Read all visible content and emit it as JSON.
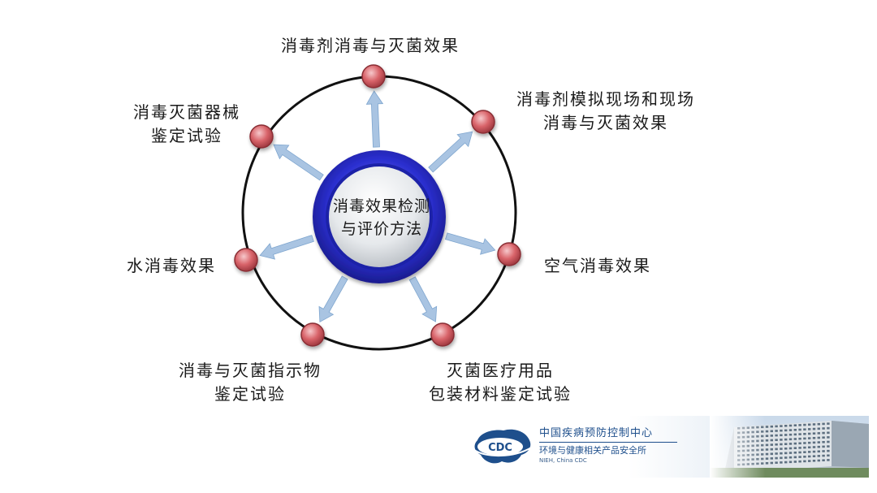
{
  "center": {
    "lines": [
      "消毒效果检测",
      "与评价方法"
    ]
  },
  "nodes": [
    {
      "id": "top",
      "lines": [
        "消毒剂消毒与灭菌效果"
      ]
    },
    {
      "id": "upper-right",
      "lines": [
        "消毒剂模拟现场和现场",
        "消毒与灭菌效果"
      ]
    },
    {
      "id": "right",
      "lines": [
        "空气消毒效果"
      ]
    },
    {
      "id": "lower-right",
      "lines": [
        "灭菌医疗用品",
        "包装材料鉴定试验"
      ]
    },
    {
      "id": "lower-left",
      "lines": [
        "消毒与灭菌指示物",
        "鉴定试验"
      ]
    },
    {
      "id": "left",
      "lines": [
        "水消毒效果"
      ]
    },
    {
      "id": "upper-left",
      "lines": [
        "消毒灭菌器械",
        "鉴定试验"
      ]
    }
  ],
  "footer": {
    "logo_text": "CDC",
    "org_name": "中国疾病预防控制中心",
    "org_sub": "环境与健康相关产品安全所",
    "org_en": "NIEH, China CDC"
  },
  "colors": {
    "ring": "#111111",
    "node_fill": "#d9646a",
    "node_stroke": "#8a2e34",
    "arrow": "#a9c4e2",
    "hub_outer": "#2b2fd0",
    "hub_inner": "#e9ecef",
    "brand_blue": "#1e4f8c"
  }
}
